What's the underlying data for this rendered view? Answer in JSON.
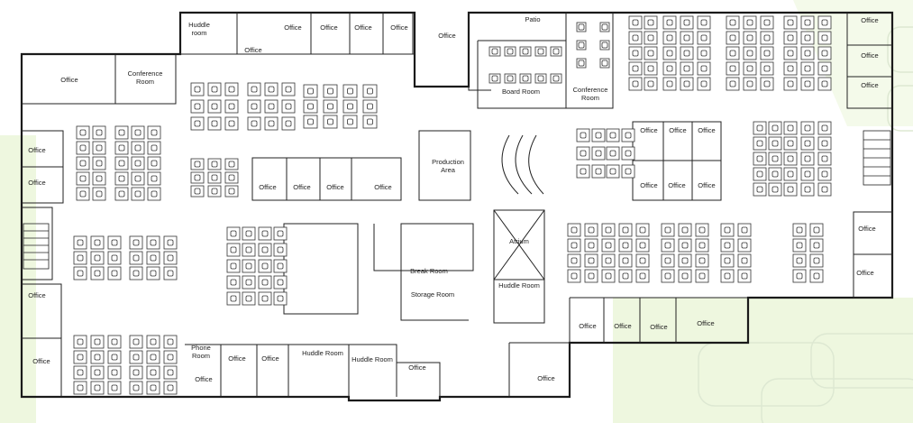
{
  "title": "",
  "colors": {
    "wall": "#1a1a1a",
    "light_wall": "#333333",
    "background_tint": "#eef7df",
    "background_tint_strong": "#e6f4cf",
    "floor": "#ffffff"
  },
  "icons": [
    "desk-icon",
    "chair-icon",
    "table-icon",
    "stair-icon",
    "door-icon"
  ],
  "rooms": {
    "huddle_room_top": "Huddle\nroom",
    "office_top_1": "Office",
    "office_top_2": "Office",
    "office_top_3": "Office",
    "office_top_4": "Office",
    "office_top_5": "Office",
    "office_top_6": "Office",
    "patio": "Patio",
    "board_room": "Board Room",
    "conference_room_right": "Conference\nRoom",
    "office_right_1": "Office",
    "office_right_2": "Office",
    "office_right_3": "Office",
    "office_left_top": "Office",
    "conference_room_left": "Conference\nRoom",
    "office_left_1": "Office",
    "office_left_2": "Office",
    "office_center_1": "Office",
    "office_center_2": "Office",
    "office_center_3": "Office",
    "office_center_4": "Office",
    "production_area": "Production\nArea",
    "office_cluster_1": "Office",
    "office_cluster_2": "Office",
    "office_cluster_3": "Office",
    "office_cluster_4": "Office",
    "office_cluster_5": "Office",
    "office_cluster_6": "Office",
    "atrium": "Atrium",
    "huddle_room_mid": "Huddle Room",
    "break_room": "Break Room",
    "storage_room": "Storage Room",
    "office_left_3": "Office",
    "office_left_4": "Office",
    "office_right_4": "Office",
    "office_right_5": "Office",
    "phone_room": "Phone\nRoom",
    "office_bottom_1": "Office",
    "office_bottom_2": "Office",
    "office_bottom_3": "Office",
    "huddle_room_bottom_1": "Huddle Room",
    "huddle_room_bottom_2": "Huddle Room",
    "office_bottom_4": "Office",
    "office_bottom_5": "Office",
    "office_bottom_row_1": "Office",
    "office_bottom_row_2": "Office",
    "office_bottom_row_3": "Office",
    "office_bottom_row_4": "Office"
  }
}
